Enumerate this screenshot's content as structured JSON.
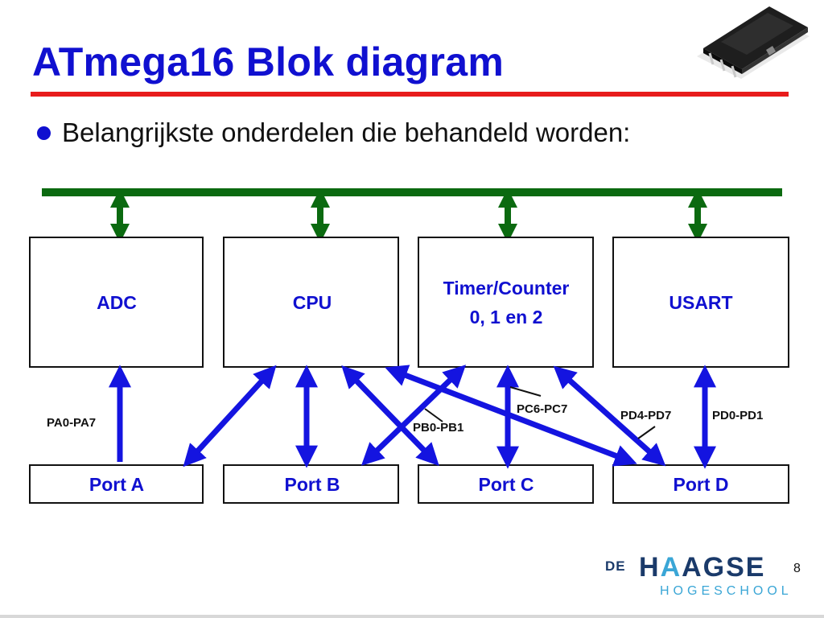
{
  "title": "ATmega16 Blok diagram",
  "bullet": "Belangrijkste onderdelen die behandeld worden:",
  "blocks": {
    "adc": "ADC",
    "cpu": "CPU",
    "timer_line1": "Timer/Counter",
    "timer_line2": "0, 1 en 2",
    "usart": "USART"
  },
  "ports": {
    "a": "Port A",
    "b": "Port B",
    "c": "Port C",
    "d": "Port D"
  },
  "pin_labels": {
    "pa": "PA0-PA7",
    "pb": "PB0-PB1",
    "pc": "PC6-PC7",
    "pd47": "PD4-PD7",
    "pd01": "PD0-PD1"
  },
  "logo": {
    "de": "DE",
    "main_prefix": "H",
    "main_accent": "A",
    "main_rest": "AGSE",
    "sub": "HOGESCHOOL"
  },
  "page_number": "8",
  "colors": {
    "title": "#1010d0",
    "rule": "#e81c1c",
    "bus": "#0b6a10",
    "arrows": "#1414e0",
    "block_text": "#1010d0"
  },
  "icons": [
    "chip-photo-icon"
  ]
}
